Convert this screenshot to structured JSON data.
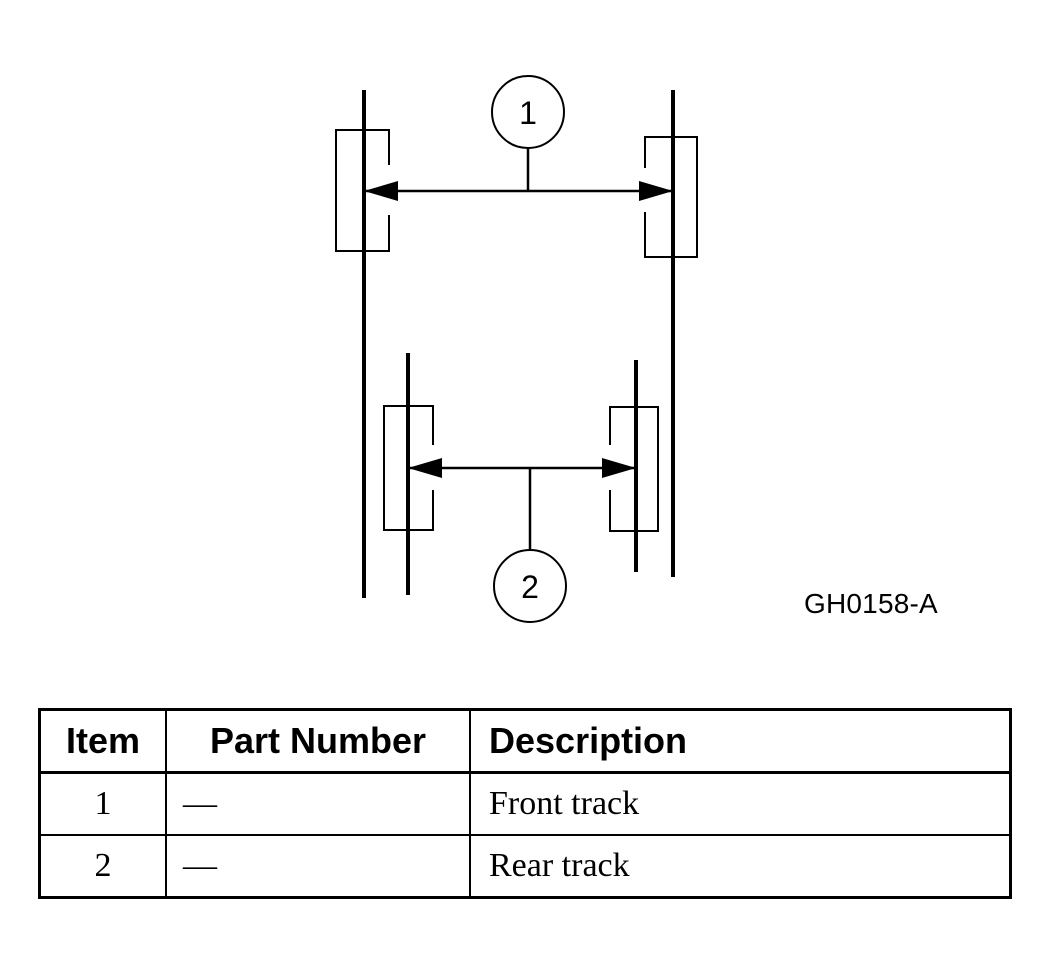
{
  "diagram": {
    "callouts": [
      {
        "id": "1"
      },
      {
        "id": "2"
      }
    ],
    "figure_code": "GH0158-A"
  },
  "legend_table": {
    "headers": [
      "Item",
      "Part Number",
      "Description"
    ],
    "rows": [
      {
        "item": "1",
        "part_number": "—",
        "description": "Front track"
      },
      {
        "item": "2",
        "part_number": "—",
        "description": "Rear track"
      }
    ]
  }
}
